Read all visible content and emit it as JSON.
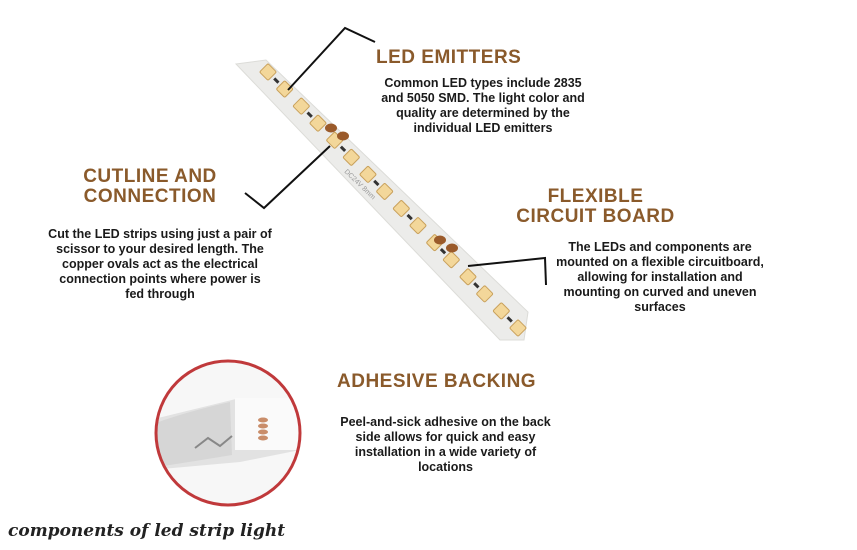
{
  "led_emitters": {
    "title": "LED EMITTERS",
    "desc": [
      "Common LED types include 2835",
      "and 5050 SMD. The light color and",
      "quality are determined by the",
      "individual LED emitters"
    ]
  },
  "cutline": {
    "title": [
      "CUTLINE AND",
      "CONNECTION"
    ],
    "desc": [
      "Cut the LED strips using just a pair of",
      "scissor to your desired length. The",
      "copper ovals act as the electrical",
      "connection points where power is",
      "fed through"
    ]
  },
  "flexible": {
    "title": [
      "FLEXIBLE",
      "CIRCUIT BOARD"
    ],
    "desc": [
      "The LEDs and components are",
      "mounted on a flexible circuitboard,",
      "allowing for installation and",
      "mounting on curved and uneven",
      "surfaces"
    ]
  },
  "adhesive": {
    "title": "ADHESIVE BACKING",
    "desc": [
      "Peel-and-sick adhesive on the back",
      "side allows for quick and easy",
      "installation in a wide variety of",
      "locations"
    ]
  },
  "strip_marking": "DC24V 8mm",
  "caption": "components of led strip light",
  "colors": {
    "heading": "#8a5a2b",
    "led": "#f3d79a",
    "copper": "#9a5a2a",
    "circle_border": "#c0393b"
  }
}
